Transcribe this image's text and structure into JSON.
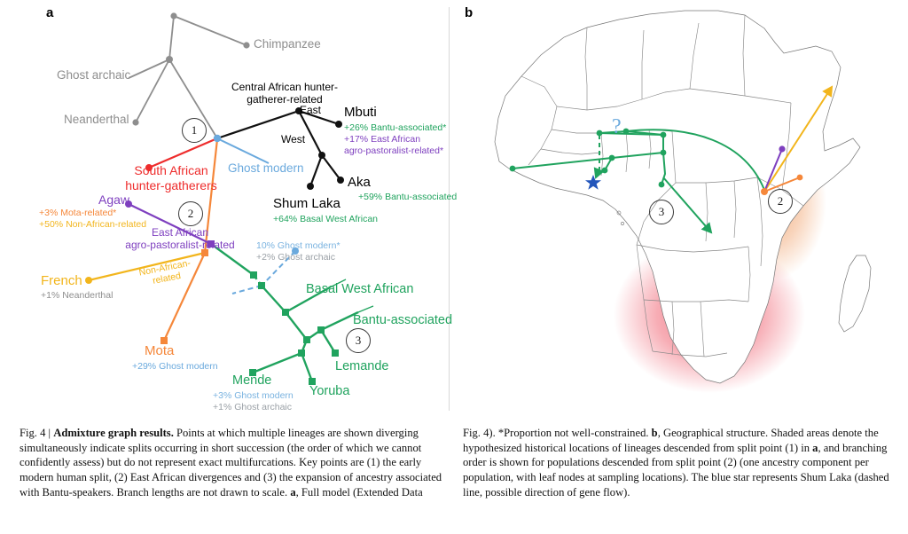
{
  "figure": {
    "panel_a_letter": "a",
    "panel_b_letter": "b"
  },
  "panel_a": {
    "title_note": "Admixture graph of modern and archaic human lineages",
    "key_points": [
      {
        "id": "1",
        "label": "1"
      },
      {
        "id": "2",
        "label": "2"
      },
      {
        "id": "3",
        "label": "3"
      }
    ],
    "nodes": [
      {
        "name": "Chimpanzee",
        "label": "Chimpanzee",
        "color": "#8e8e8e"
      },
      {
        "name": "Ghost archaic",
        "label": "Ghost archaic",
        "color": "#8e8e8e"
      },
      {
        "name": "Neanderthal",
        "label": "Neanderthal",
        "color": "#8e8e8e"
      },
      {
        "name": "Central African hunter-gatherer-related",
        "label": "Central African hunter-\ngatherer-related",
        "color": "#000000"
      },
      {
        "name": "Mbuti",
        "label": "Mbuti",
        "color": "#000000"
      },
      {
        "name": "Aka",
        "label": "Aka",
        "color": "#000000"
      },
      {
        "name": "Shum Laka",
        "label": "Shum Laka",
        "color": "#000000"
      },
      {
        "name": "Ghost modern",
        "label": "Ghost modern",
        "color": "#6aa9dd"
      },
      {
        "name": "South African hunter-gatherers",
        "label": "South African\nhunter-gatherers",
        "color": "#ee2c2c"
      },
      {
        "name": "Agaw",
        "label": "Agaw",
        "color": "#7e3fbf"
      },
      {
        "name": "East African agro-pastoralist-related",
        "label": "East African\nagro-pastoralist-related",
        "color": "#7e3fbf"
      },
      {
        "name": "French",
        "label": "French",
        "color": "#f2b51c"
      },
      {
        "name": "Mota",
        "label": "Mota",
        "color": "#f5873a"
      },
      {
        "name": "Basal West African",
        "label": "Basal West African",
        "color": "#20a35e"
      },
      {
        "name": "Bantu-associated",
        "label": "Bantu-associated",
        "color": "#20a35e"
      },
      {
        "name": "Lemande",
        "label": "Lemande",
        "color": "#20a35e"
      },
      {
        "name": "Yoruba",
        "label": "Yoruba",
        "color": "#20a35e"
      },
      {
        "name": "Mende",
        "label": "Mende",
        "color": "#20a35e"
      }
    ],
    "branch_labels": {
      "east": "East",
      "west": "West",
      "non_african_related": "Non-African-\nrelated"
    },
    "admixture_annotations": {
      "mbuti_line1": "+26% Bantu-associated*",
      "mbuti_line2": "+17% East African",
      "mbuti_line3": "agro-pastoralist-related*",
      "aka": "+59% Bantu-associated",
      "shum_laka": "+64% Basal West African",
      "agaw_line1": "+3% Mota-related*",
      "agaw_line2": "+50% Non-African-related",
      "french": "+1% Neanderthal",
      "mota": "+29% Ghost modern",
      "basal_wa_line1": "10% Ghost modern*",
      "basal_wa_line2": "+2% Ghost archaic",
      "mende_line1": "+3% Ghost modern",
      "mende_line2": "+1% Ghost archaic"
    }
  },
  "panel_b": {
    "question_mark": "?",
    "key_points": [
      {
        "id": "2",
        "label": "2"
      },
      {
        "id": "3",
        "label": "3"
      }
    ],
    "shaded_regions": [
      {
        "name": "ghost-modern-region",
        "color": "#a8cde8"
      },
      {
        "name": "central-african-hunter-gatherer-region",
        "color": "#9a9a9a"
      },
      {
        "name": "east-african-agro-pastoralist-region",
        "color": "#f0a070"
      },
      {
        "name": "south-african-hunter-gatherer-region",
        "color": "#ef5b6b"
      }
    ],
    "markers": {
      "shum_laka_star": "blue star"
    }
  },
  "captions": {
    "left": {
      "prefix": "Fig. 4 | ",
      "bold": "Admixture graph results.",
      "body": " Points at which multiple lineages are shown diverging simultaneously indicate splits occurring in short succession (the order of which we cannot confidently assess) but do not represent exact multifurcations. Key points are (1) the early modern human split, (2) East African divergences and (3) the expansion of ancestry associated with Bantu-speakers. Branch lengths are not drawn to scale. ",
      "bold2": "a",
      "body2": ", Full model (Extended Data"
    },
    "right": {
      "part1": "Fig. 4). *Proportion not well-constrained. ",
      "bold1": "b",
      "part2": ", Geographical structure. Shaded areas denote the hypothesized historical locations of lineages descended from split point (1) in ",
      "bold2": "a",
      "part3": ", and branching order is shown for populations descended from split point (2) (one ancestry component per population, with leaf nodes at sampling locations). The blue star represents Shum Laka (dashed line, possible direction of gene flow)."
    }
  },
  "colors": {
    "grey": "#8e8e8e",
    "black": "#000000",
    "red": "#ee2c2c",
    "purple": "#7e3fbf",
    "orange": "#f5873a",
    "yellow": "#f2b51c",
    "green": "#20a35e",
    "blue": "#6aa9dd",
    "greyblue": "#9aa0a6"
  }
}
